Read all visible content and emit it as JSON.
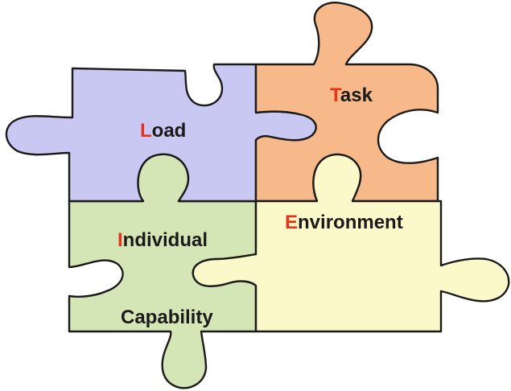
{
  "diagram": {
    "type": "jigsaw-puzzle",
    "pieces": [
      {
        "id": "load",
        "initial": "L",
        "rest": "oad",
        "fill": "#c9c8f2"
      },
      {
        "id": "task",
        "initial": "T",
        "rest": "ask",
        "fill": "#f8b98a"
      },
      {
        "id": "individual",
        "initial": "I",
        "rest": "ndividual",
        "extra": "Capability",
        "fill": "#d4e5b6"
      },
      {
        "id": "environment",
        "initial": "E",
        "rest": "nvironment",
        "fill": "#fbf9c9"
      }
    ],
    "colors": {
      "initial_letter": "#e8321e",
      "outline": "#1a1a1a",
      "text": "#1a1a1a"
    }
  }
}
